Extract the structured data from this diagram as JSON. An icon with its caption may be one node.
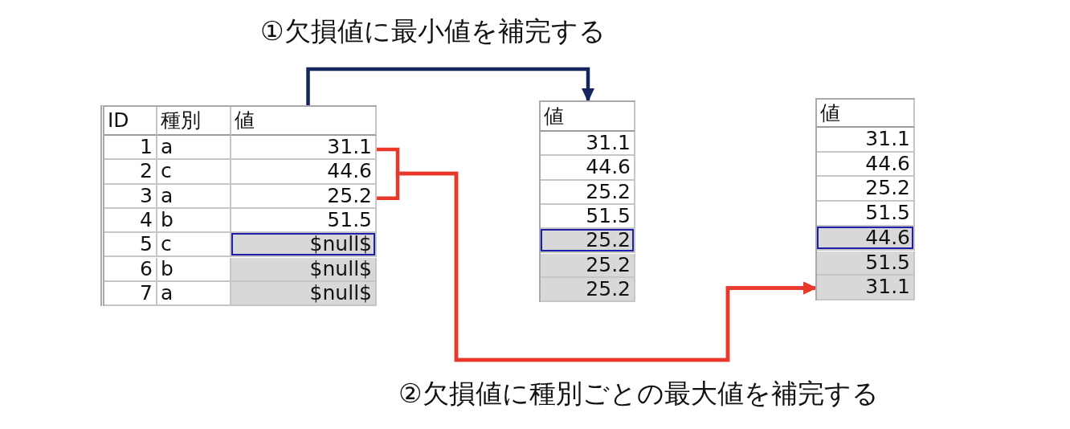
{
  "diagram": {
    "nodes": [
      {
        "text": [],
        "shape": "table"
      },
      {
        "text": [
          "ID"
        ],
        "in": 0
      },
      {
        "text": [
          "種別"
        ],
        "in": 0
      },
      {
        "text": [
          "値"
        ],
        "in": 0
      },
      {
        "text": [
          "1"
        ],
        "in": 0
      },
      {
        "text": [
          "a"
        ],
        "in": 0
      },
      {
        "text": [
          "31.1"
        ],
        "in": 0
      },
      {
        "text": [
          "2"
        ],
        "in": 0
      },
      {
        "text": [
          "c"
        ],
        "in": 0
      },
      {
        "text": [
          "44.6"
        ],
        "in": 0
      },
      {
        "text": [
          "3"
        ],
        "in": 0
      },
      {
        "text": [
          "a"
        ],
        "in": 0
      },
      {
        "text": [
          "25.2"
        ],
        "in": 0
      },
      {
        "text": [
          "4"
        ],
        "in": 0
      },
      {
        "text": [
          "b"
        ],
        "in": 0
      },
      {
        "text": [
          "51.5"
        ],
        "in": 0
      },
      {
        "text": [
          "5"
        ],
        "in": 0
      },
      {
        "text": [
          "c"
        ],
        "in": 0
      },
      {
        "text": [
          "$null$"
        ],
        "in": 0
      },
      {
        "text": [
          "6"
        ],
        "in": 0
      },
      {
        "text": [
          "b"
        ],
        "in": 0
      },
      {
        "text": [
          "$null$"
        ],
        "in": 0
      },
      {
        "text": [
          "7"
        ],
        "in": 0
      },
      {
        "text": [
          "a"
        ],
        "in": 0
      },
      {
        "text": [
          "$null$"
        ],
        "in": 0
      },
      {
        "text": [],
        "shape": "table"
      },
      {
        "text": [
          "値"
        ],
        "in": 25
      },
      {
        "text": [
          "31.1"
        ],
        "in": 25
      },
      {
        "text": [
          "44.6"
        ],
        "in": 25
      },
      {
        "text": [
          "25.2"
        ],
        "in": 25
      },
      {
        "text": [
          "51.5"
        ],
        "in": 25
      },
      {
        "text": [
          "25.2"
        ],
        "in": 25
      },
      {
        "text": [
          "25.2"
        ],
        "in": 25
      },
      {
        "text": [
          "25.2"
        ],
        "in": 25
      },
      {
        "text": [],
        "shape": "table"
      },
      {
        "text": [
          "値"
        ],
        "in": 34
      },
      {
        "text": [
          "31.1"
        ],
        "in": 34
      },
      {
        "text": [
          "44.6"
        ],
        "in": 34
      },
      {
        "text": [
          "25.2"
        ],
        "in": 34
      },
      {
        "text": [
          "51.5"
        ],
        "in": 34
      },
      {
        "text": [
          "44.6"
        ],
        "in": 34
      },
      {
        "text": [
          "51.5"
        ],
        "in": 34
      },
      {
        "text": [
          "31.1"
        ],
        "in": 34
      }
    ],
    "edges": [
      {
        "from": 3,
        "to": 26,
        "arrow": "to",
        "label": "①欠損値に最小値を補完する",
        "color": "#13265e"
      },
      {
        "from": 6,
        "to": 42,
        "arrow": "to",
        "label": "②欠損値に種別ごとの最大値を補完する"
      },
      {
        "from": 12,
        "to": 42,
        "arrow": "to"
      }
    ]
  }
}
